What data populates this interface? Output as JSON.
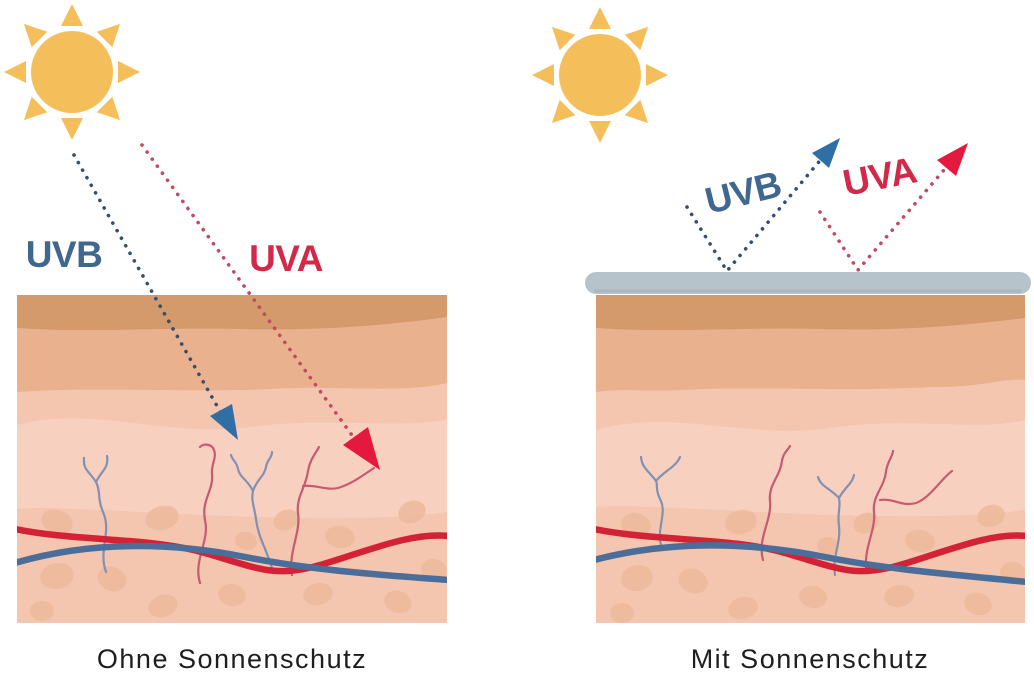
{
  "panels": {
    "left": {
      "uvb": "UVB",
      "uva": "UVA",
      "caption": "Ohne Sonnenschutz"
    },
    "right": {
      "uvb": "UVB",
      "uva": "UVA",
      "caption": "Mit Sonnenschutz"
    }
  },
  "icons": {
    "sun": "sun-icon",
    "sunscreen": "sunscreen-bar",
    "uvb_arrow": "uvb-arrow",
    "uva_arrow": "uva-arrow"
  },
  "colors": {
    "background": "#FFFFFF",
    "sun": "#F4BE5B",
    "uvb_text": "#40678F",
    "uvb_dots": "#33506F",
    "uvb_arrow": "#2F6FA6",
    "uva_text": "#D2294B",
    "uva_dots": "#C04A63",
    "uva_arrow": "#E31940",
    "sunscreen": "#B7C3CB",
    "sunscreen_edge": "#A4B2BC",
    "skin_epidermis": "#D49A6B",
    "skin_dermis": "#EAB18E",
    "skin_base": "#F4C5AF",
    "skin_light": "#F8D0BF",
    "fat_cell": "#EDBA9C",
    "vessel_red": "#D32235",
    "vessel_blue": "#4A6D99",
    "capillary_red": "#C65A6E",
    "capillary_blue": "#8191B4",
    "caption_text": "#1E1E1E"
  }
}
